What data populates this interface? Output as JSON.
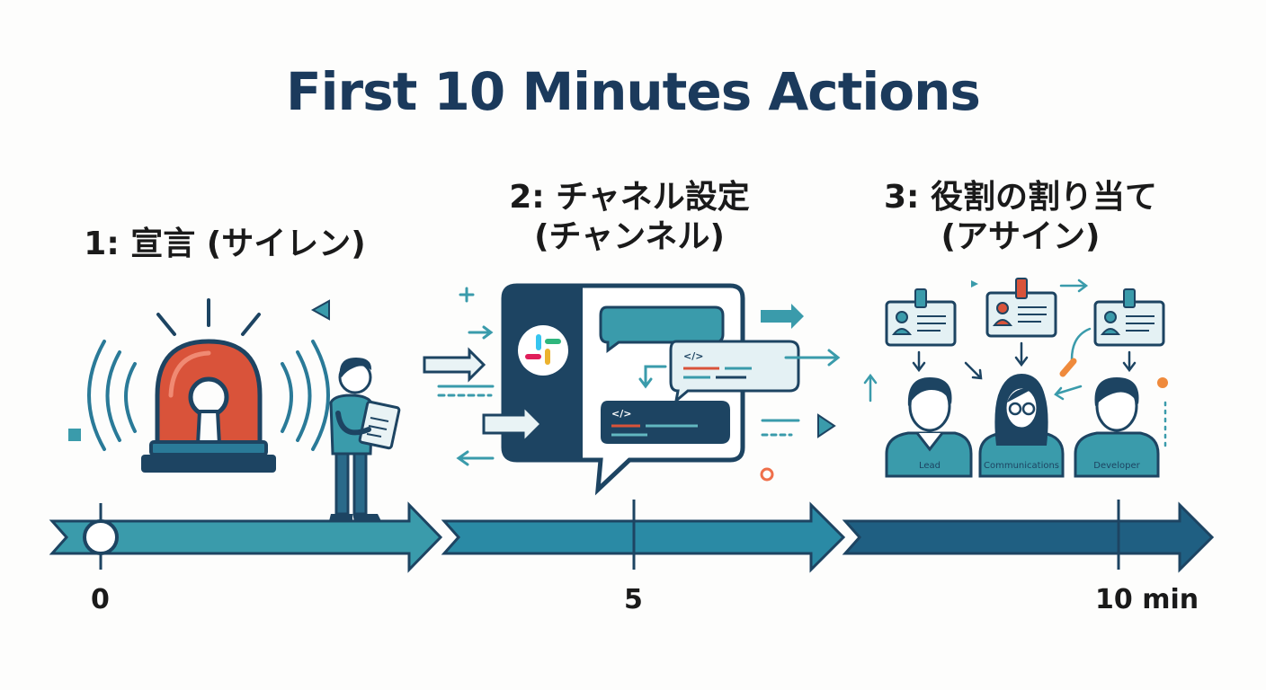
{
  "title": "First 10 Minutes Actions",
  "steps": [
    {
      "label_line1": "1: 宣言 (サイレン)",
      "label_line2": ""
    },
    {
      "label_line1": "2: チャネル設定",
      "label_line2": "(チャンネル)"
    },
    {
      "label_line1": "3: 役割の割り当て",
      "label_line2": "(アサイン)"
    }
  ],
  "roles": [
    "Lead",
    "Communications",
    "Developer"
  ],
  "timeline": {
    "ticks": [
      "0",
      "5",
      "10 min"
    ]
  },
  "chat": {
    "code_tag_1": "</>",
    "code_tag_2": "</>"
  },
  "colors": {
    "title": "#1b3a5c",
    "dark_navy": "#1d4462",
    "teal": "#3a9bab",
    "teal_light": "#62b7c0",
    "mid_blue": "#2a7a98",
    "siren_red": "#d9533a",
    "accent_orange": "#ef8a3c"
  },
  "icons": [
    "siren-icon",
    "person-clipboard-icon",
    "slack-logo-icon",
    "chat-bubble-icon",
    "id-badge-icon",
    "person-avatar-icon",
    "arrow-icon"
  ]
}
